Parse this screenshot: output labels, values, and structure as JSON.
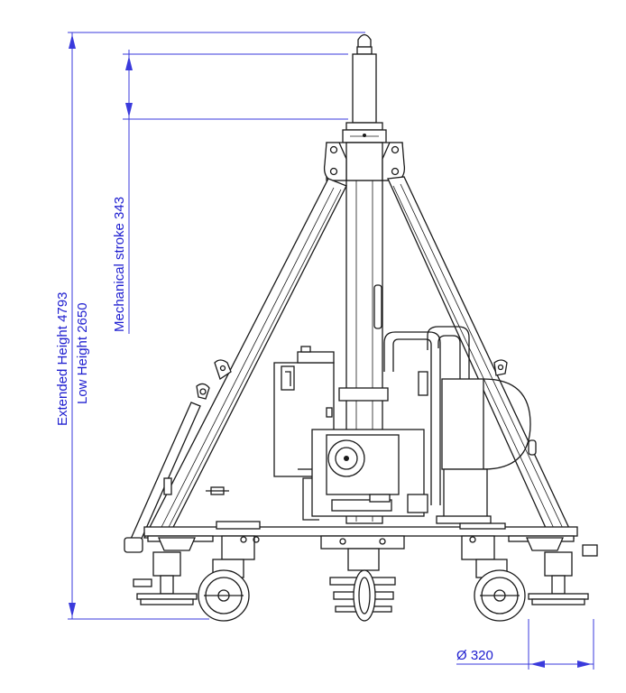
{
  "dimensions": {
    "extended_height": "Extended Height 4793",
    "low_height": "Low Height 2650",
    "mechanical_stroke": "Mechanical stroke 343",
    "wheel_diameter": "Ø 320"
  },
  "colors": {
    "dimension": "#2020d0",
    "drawing": "#1a1a1a",
    "background": "#ffffff"
  }
}
